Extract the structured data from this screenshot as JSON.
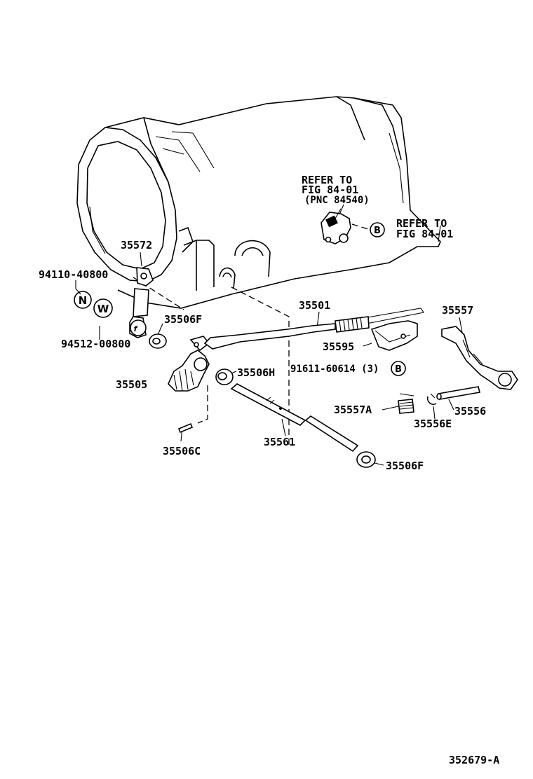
{
  "labels": {
    "refer_top_1": "REFER TO",
    "refer_top_2": "FIG 84-01",
    "refer_top_3": "(PNC 84540)",
    "refer_right_1": "REFER TO",
    "refer_right_2": "FIG 84-01",
    "p35572": "35572",
    "p94110": "94110-40800",
    "p94512": "94512-00800",
    "p35506F_top": "35506F",
    "p35505": "35505",
    "p35506H": "35506H",
    "p35506C": "35506C",
    "p35501": "35501",
    "p35595": "35595",
    "p91611": "91611-60614 (3)",
    "p35557": "35557",
    "p35557A": "35557A",
    "p35556": "35556",
    "p35556E": "35556E",
    "p35561": "35561",
    "p35506F_bottom": "35506F",
    "figure_id": "352679-A"
  },
  "callouts": {
    "n": "N",
    "w": "W",
    "b_top": "B",
    "b_mid": "B"
  }
}
